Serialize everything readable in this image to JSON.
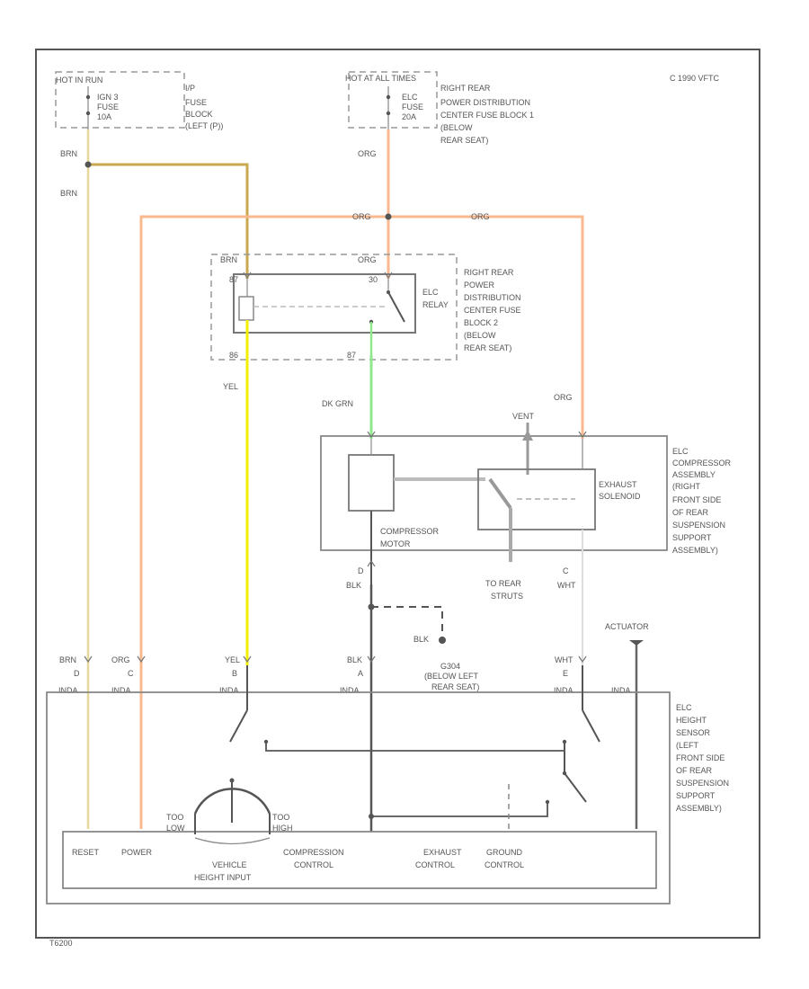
{
  "corner_code": "C 1990 VFTC",
  "footer_id": "T6200",
  "fuses": {
    "left": {
      "header": "HOT IN RUN",
      "fuse_name": "IGN 3",
      "fuse_word": "FUSE",
      "fuse_amp": "10A",
      "location": [
        "I/P",
        "FUSE",
        "BLOCK",
        "(LEFT (P))"
      ]
    },
    "right": {
      "header": "HOT AT ALL TIMES",
      "fuse_name": "ELC",
      "fuse_word": "FUSE",
      "fuse_amp": "20A",
      "location": [
        "RIGHT REAR",
        "POWER DISTRIBUTION",
        "CENTER FUSE BLOCK 1",
        "(BELOW",
        "REAR SEAT)"
      ]
    }
  },
  "wires": {
    "brn_1": "BRN",
    "brn_2": "BRN",
    "org_top": "ORG",
    "org_left": "ORG",
    "org_right": "ORG",
    "relay_left_in": "BRN",
    "relay_right_in": "ORG",
    "yel": "YEL",
    "dk_grn": "DK GRN",
    "org_comp": "ORG",
    "blk_comp": "BLK",
    "wht_comp": "WHT",
    "blk_ground": "BLK"
  },
  "relay": {
    "label": [
      "ELC",
      "RELAY"
    ],
    "location": [
      "RIGHT REAR",
      "POWER",
      "DISTRIBUTION",
      "CENTER FUSE",
      "BLOCK 2",
      "(BELOW",
      "REAR SEAT)"
    ],
    "pins": {
      "top_left": "87",
      "top_right": "30",
      "bottom_left": "86",
      "bottom_right": "87"
    }
  },
  "compressor": {
    "vent": "VENT",
    "motor": [
      "COMPRESSOR",
      "MOTOR"
    ],
    "solenoid": [
      "EXHAUST",
      "SOLENOID"
    ],
    "struts": [
      "TO REAR",
      "STRUTS"
    ],
    "location": [
      "ELC",
      "COMPRESSOR",
      "ASSEMBLY",
      "(RIGHT",
      "FRONT SIDE",
      "OF REAR",
      "SUSPENSION",
      "SUPPORT",
      "ASSEMBLY)"
    ],
    "pin_d": "D",
    "pin_c": "C"
  },
  "ground": {
    "label": [
      "G304",
      "(BELOW LEFT",
      "REAR SEAT)"
    ]
  },
  "actuator": "ACTUATOR",
  "sensor": {
    "pins": [
      {
        "wire": "BRN",
        "pin": "D",
        "conn": "INDA"
      },
      {
        "wire": "ORG",
        "pin": "C",
        "conn": "INDA"
      },
      {
        "wire": "YEL",
        "pin": "B",
        "conn": "INDA"
      },
      {
        "wire": "BLK",
        "pin": "A",
        "conn": "INDA"
      },
      {
        "wire": "WHT",
        "pin": "E",
        "conn": "INDA"
      }
    ],
    "conn_extra": "INDA",
    "location": [
      "ELC",
      "HEIGHT",
      "SENSOR",
      "(LEFT",
      "FRONT SIDE",
      "OF REAR",
      "SUSPENSION",
      "SUPPORT",
      "ASSEMBLY)"
    ],
    "too_low": [
      "TOO",
      "LOW"
    ],
    "too_high": [
      "TOO",
      "HIGH"
    ],
    "labels": {
      "reset": "RESET",
      "power": "POWER",
      "height_input": [
        "VEHICLE",
        "HEIGHT INPUT"
      ],
      "compression": [
        "COMPRESSION",
        "CONTROL"
      ],
      "exhaust": [
        "EXHAUST",
        "CONTROL"
      ],
      "ground": [
        "GROUND",
        "CONTROL"
      ]
    }
  },
  "colors": {
    "brn": "#c9a84f",
    "brn_light": "#e6d79a",
    "org": "#f8b98e",
    "yel": "#f0f000",
    "grn": "#8ee98e",
    "blk": "#555555",
    "wht": "#dddddd"
  }
}
